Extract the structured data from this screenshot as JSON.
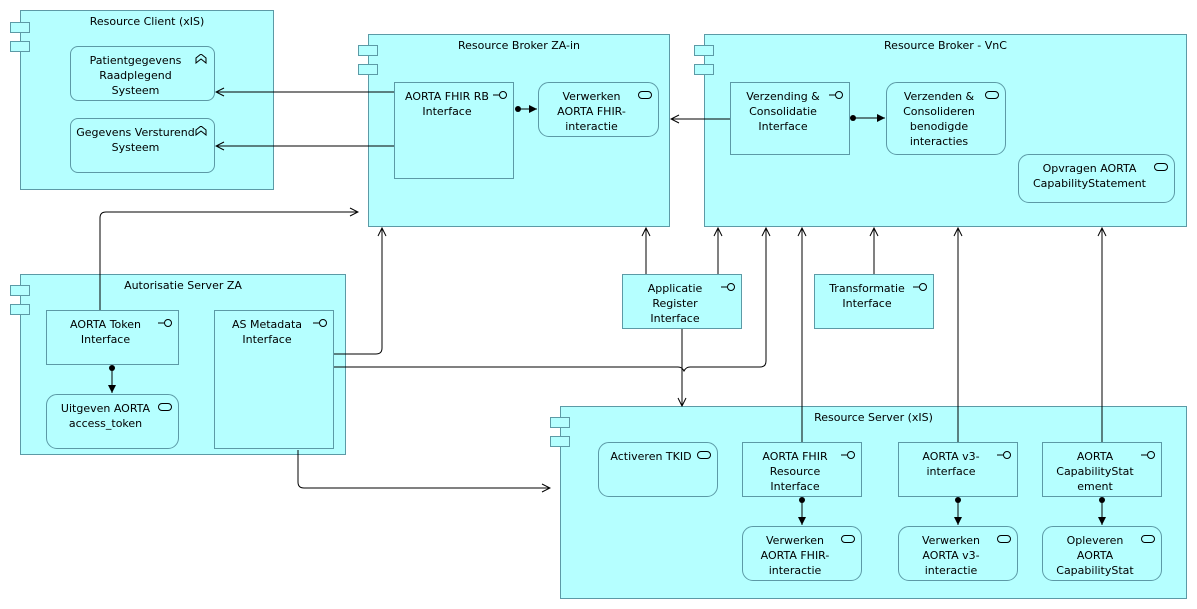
{
  "nodes": {
    "resource_client": "Resource Client (xIS)",
    "broker_za": "Resource Broker ZA-in",
    "broker_vnc": "Resource Broker - VnC",
    "auth_server": "Autorisatie Server ZA",
    "resource_server": "Resource Server (xIS)"
  },
  "elements": {
    "patientgegevens": "Patientgegevens Raadplegend Systeem",
    "gegevens_versturend": "Gegevens Versturend Systeem",
    "aorta_fhir_rb": "AORTA FHIR RB Interface",
    "verwerken_fhir_broker": "Verwerken AORTA FHIR-interactie",
    "verzending_consolidatie": "Verzending & Consolidatie Interface",
    "verzenden_consolideren": "Verzenden & Consolideren benodigde interacties",
    "opvragen_capability": "Opvragen AORTA CapabilityStatement",
    "aorta_token": "AORTA Token Interface",
    "uitgeven_token": "Uitgeven AORTA access_token",
    "as_metadata": "AS Metadata Interface",
    "applicatie_register": "Applicatie Register Interface",
    "transformatie": "Transformatie Interface",
    "activeren_tkid": "Activeren TKID",
    "aorta_fhir_resource": "AORTA FHIR Resource Interface",
    "aorta_v3": "AORTA v3-interface",
    "aorta_capability_statement": "AORTA CapabilityStat ement",
    "verwerken_fhir_server": "Verwerken AORTA FHIR-interactie",
    "verwerken_v3": "Verwerken AORTA v3-interactie",
    "opleveren_capability": "Opleveren AORTA CapabilityStat"
  }
}
